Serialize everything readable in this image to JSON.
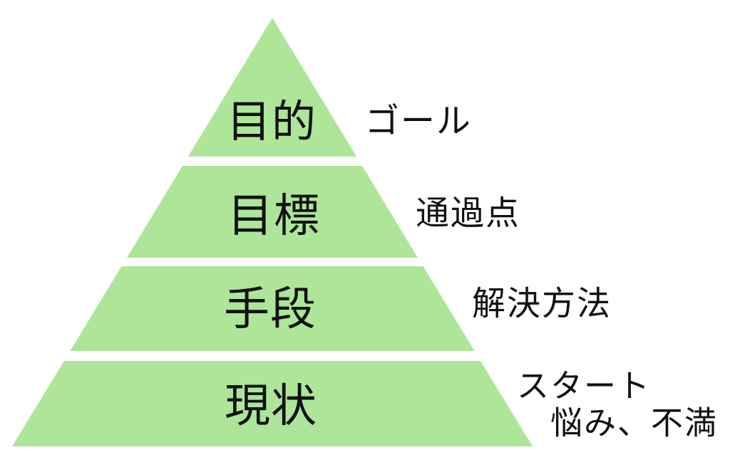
{
  "diagram": {
    "type": "pyramid",
    "description": "4-level goal pyramid diagram (Japanese): purpose, objective, means, current state",
    "levels": [
      {
        "label": "目的",
        "annotations": [
          "ゴール"
        ]
      },
      {
        "label": "目標",
        "annotations": [
          "通過点"
        ]
      },
      {
        "label": "手段",
        "annotations": [
          "解決方法"
        ]
      },
      {
        "label": "現状",
        "annotations": [
          "スタート",
          "悩み、不満"
        ]
      }
    ],
    "colors": {
      "pyramid_fill": "#ade698",
      "text": "#111111",
      "background": "#ffffff"
    }
  }
}
